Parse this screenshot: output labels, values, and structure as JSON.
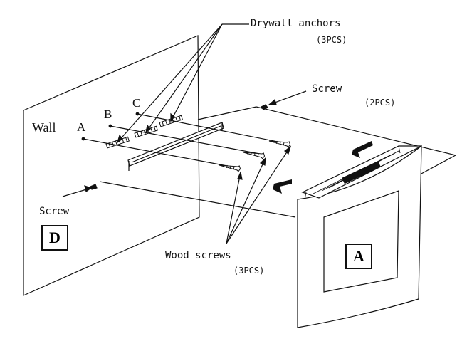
{
  "labels": {
    "drywall_anchors": "Drywall anchors",
    "drywall_anchors_qty": "(3PCS)",
    "screw_top": "Screw",
    "screw_top_qty": "(2PCS)",
    "wall": "Wall",
    "point_a": "A",
    "point_b": "B",
    "point_c": "C",
    "screw_left": "Screw",
    "part_d": "D",
    "wood_screws": "Wood screws",
    "wood_screws_qty": "(3PCS)",
    "part_a": "A"
  }
}
